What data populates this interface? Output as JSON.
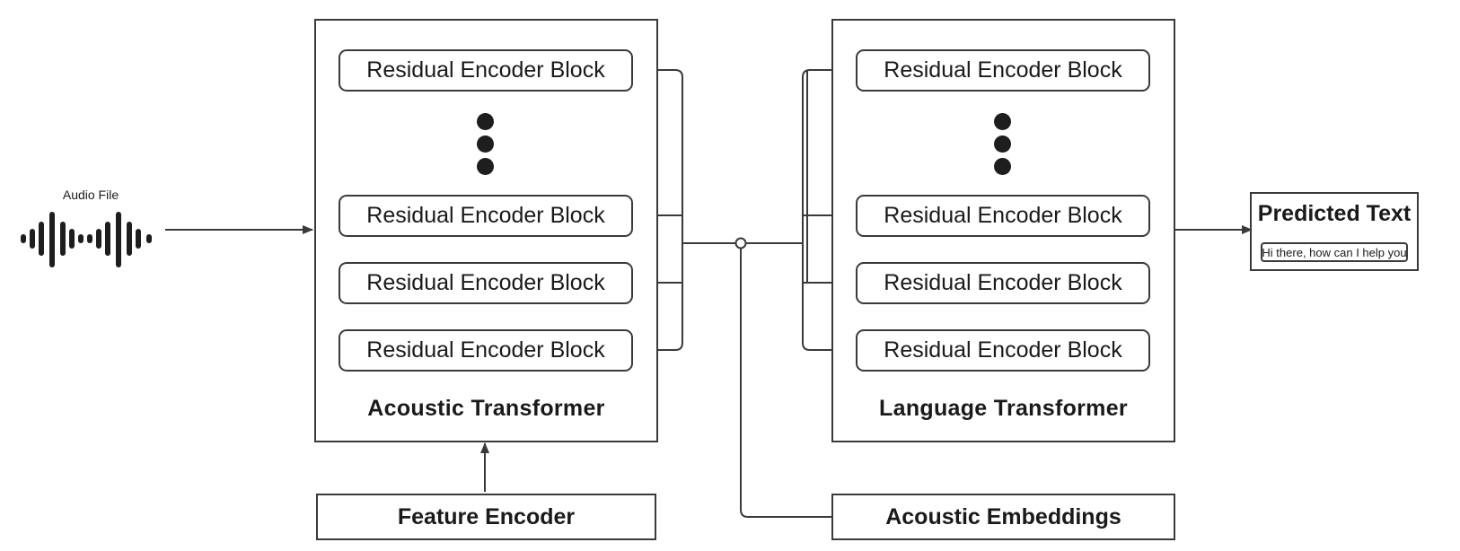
{
  "audio": {
    "label": "Audio File",
    "icon": "audio-waveform-icon"
  },
  "acoustic_transformer": {
    "title": "Acoustic Transformer",
    "blocks": [
      "Residual Encoder Block",
      "Residual Encoder Block",
      "Residual Encoder Block",
      "Residual Encoder Block"
    ]
  },
  "language_transformer": {
    "title": "Language Transformer",
    "blocks": [
      "Residual Encoder Block",
      "Residual Encoder Block",
      "Residual Encoder Block",
      "Residual Encoder Block"
    ]
  },
  "feature_encoder": {
    "label": "Feature Encoder"
  },
  "acoustic_embeddings": {
    "label": "Acoustic Embeddings"
  },
  "output": {
    "title": "Predicted Text",
    "text": "Hi there, how can I help you"
  },
  "colors": {
    "stroke": "#3a3a3a",
    "text": "#1a1a1a",
    "background": "#ffffff"
  }
}
